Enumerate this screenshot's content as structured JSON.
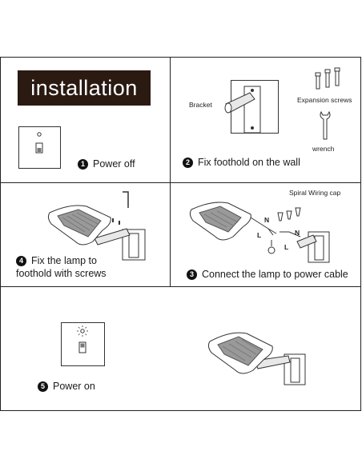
{
  "header": {
    "title": "installation"
  },
  "steps": [
    {
      "number": "1",
      "label": "Power off"
    },
    {
      "number": "2",
      "label": "Fix foothold  on the wall"
    },
    {
      "number": "3",
      "label": "Connect the lamp to power cable"
    },
    {
      "number": "4",
      "label_line1": "Fix the lamp to",
      "label_line2": "foothold with screws"
    },
    {
      "number": "5",
      "label": "Power on"
    }
  ],
  "labels": {
    "bracket": "Bracket",
    "expansion_screws": "Expansion screws",
    "wrench": "wrench",
    "spiral_wiring_cap": "Spiral Wiring cap",
    "neutral_top": "N",
    "live_top": "L",
    "neutral_bottom": "N",
    "live_bottom": "L"
  }
}
